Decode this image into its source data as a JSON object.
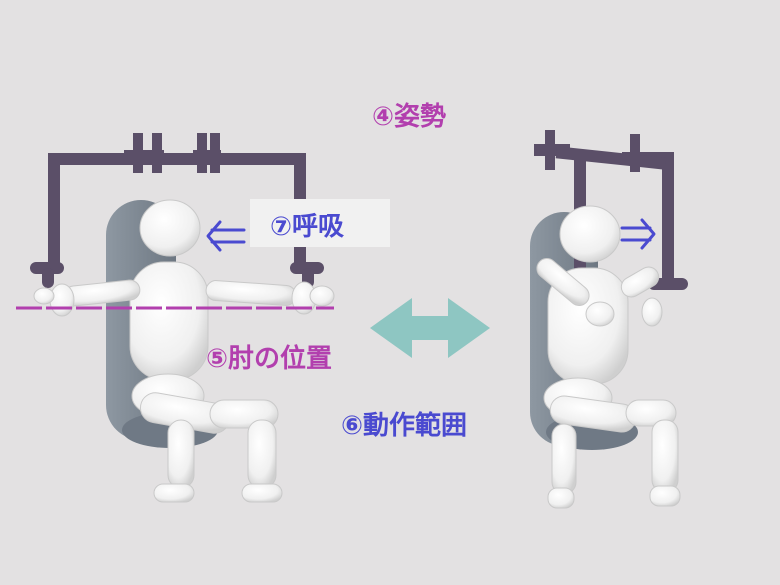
{
  "labels": {
    "posture": "④姿勢",
    "elbow_position": "⑤肘の位置",
    "range_of_motion": "⑥動作範囲",
    "breathing": "⑦呼吸"
  },
  "colors": {
    "background": "#e3e1e2",
    "machine_frame": "#5b4f68",
    "seat": "#7f8a95",
    "figure": "#f4f4f4",
    "posture_magenta": "#b23fae",
    "blue_text": "#4a4ad0",
    "double_arrow": "#8ec6c2"
  },
  "icons": [
    "inward-arrow-icon",
    "outward-arrow-icon",
    "double-arrow-icon"
  ]
}
